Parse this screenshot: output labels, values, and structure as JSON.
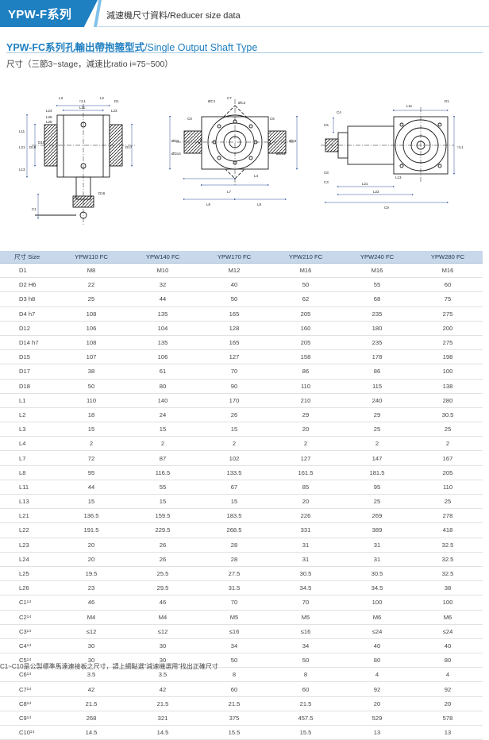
{
  "header": {
    "badge": "YPW-F系列",
    "subtitle_zh": "減速機尺寸資料",
    "subtitle_en": "/Reducer size data"
  },
  "section": {
    "title_zh": "YPW-FC系列孔輸出帶抱箍型式",
    "title_en": "/Single Output Shaft Type",
    "size_note": "尺寸（三節3~stage，減速比ratio i=75~500）"
  },
  "drawing_labels": {
    "left": [
      "□L1",
      "L11",
      "L3",
      "L2",
      "D1",
      "L24",
      "L26",
      "L25",
      "L23",
      "L21",
      "D18",
      "D15",
      "L11",
      "D17",
      "L13",
      "C1",
      "D16"
    ],
    "middle": [
      "ØC1",
      "C7",
      "ØC2",
      "C8",
      "C6",
      "ØD3",
      "ØD4",
      "ØD14",
      "ØD12",
      "L4",
      "L7",
      "L8",
      "L8"
    ],
    "right": [
      "C4",
      "C5",
      "D1",
      "L11",
      "□L1",
      "C8",
      "C3",
      "L21",
      "L22",
      "L13",
      "C9"
    ]
  },
  "table": {
    "headers": [
      "尺寸 Size",
      "YPW110 FC",
      "YPW140 FC",
      "YPW170 FC",
      "YPW210 FC",
      "YPW240 FC",
      "YPW280 FC"
    ],
    "rows": [
      [
        "D1",
        "M8",
        "M10",
        "M12",
        "M16",
        "M16",
        "M16"
      ],
      [
        "D2 H6",
        "22",
        "32",
        "40",
        "50",
        "55",
        "60"
      ],
      [
        "D3 h8",
        "25",
        "44",
        "50",
        "62",
        "68",
        "75"
      ],
      [
        "D4 h7",
        "108",
        "135",
        "165",
        "205",
        "235",
        "275"
      ],
      [
        "D12",
        "106",
        "104",
        "128",
        "160",
        "180",
        "200"
      ],
      [
        "D14 h7",
        "108",
        "135",
        "165",
        "205",
        "235",
        "275"
      ],
      [
        "D15",
        "107",
        "106",
        "127",
        "158",
        "178",
        "198"
      ],
      [
        "D17",
        "38",
        "61",
        "70",
        "86",
        "86",
        "100"
      ],
      [
        "D18",
        "50",
        "80",
        "90",
        "110",
        "115",
        "138"
      ],
      [
        "L1",
        "110",
        "140",
        "170",
        "210",
        "240",
        "280"
      ],
      [
        "L2",
        "18",
        "24",
        "26",
        "29",
        "29",
        "30.5"
      ],
      [
        "L3",
        "15",
        "15",
        "15",
        "20",
        "25",
        "25"
      ],
      [
        "L4",
        "2",
        "2",
        "2",
        "2",
        "2",
        "2"
      ],
      [
        "L7",
        "72",
        "87",
        "102",
        "127",
        "147",
        "167"
      ],
      [
        "L8",
        "95",
        "116.5",
        "133.5",
        "161.5",
        "181.5",
        "205"
      ],
      [
        "L11",
        "44",
        "55",
        "67",
        "85",
        "95",
        "110"
      ],
      [
        "L13",
        "15",
        "15",
        "15",
        "20",
        "25",
        "25"
      ],
      [
        "L21",
        "136.5",
        "159.5",
        "183.5",
        "226",
        "269",
        "278"
      ],
      [
        "L22",
        "191.5",
        "229.5",
        "268.5",
        "331",
        "389",
        "418"
      ],
      [
        "L23",
        "20",
        "26",
        "28",
        "31",
        "31",
        "32.5"
      ],
      [
        "L24",
        "20",
        "26",
        "28",
        "31",
        "31",
        "32.5"
      ],
      [
        "L25",
        "19.5",
        "25.5",
        "27.5",
        "30.5",
        "30.5",
        "32.5"
      ],
      [
        "L26",
        "23",
        "29.5",
        "31.5",
        "34.5",
        "34.5",
        "38"
      ],
      [
        "C1¹⁴",
        "46",
        "46",
        "70",
        "70",
        "100",
        "100"
      ],
      [
        "C2¹⁴",
        "M4",
        "M4",
        "M5",
        "M5",
        "M6",
        "M6"
      ],
      [
        "C3¹⁴",
        "≤12",
        "≤12",
        "≤16",
        "≤16",
        "≤24",
        "≤24"
      ],
      [
        "C4¹⁴",
        "30",
        "30",
        "34",
        "34",
        "40",
        "40"
      ],
      [
        "C5¹⁴",
        "30",
        "30",
        "50",
        "50",
        "80",
        "80"
      ],
      [
        "C6¹⁴",
        "3.5",
        "3.5",
        "8",
        "8",
        "4",
        "4"
      ],
      [
        "C7¹⁴",
        "42",
        "42",
        "60",
        "60",
        "92",
        "92"
      ],
      [
        "C8¹⁴",
        "21.5",
        "21.5",
        "21.5",
        "21.5",
        "20",
        "20"
      ],
      [
        "C9¹⁴",
        "268",
        "321",
        "375",
        "457.5",
        "529",
        "578"
      ],
      [
        "C10¹⁴",
        "14.5",
        "14.5",
        "15.5",
        "15.5",
        "13",
        "13"
      ]
    ]
  },
  "footnote": "C1~C10是公製標準馬達連接板之尺寸，請上網點選“減速機選用”找出正確尺寸",
  "colors": {
    "accent": "#1e7fc1",
    "table_header_bg": "#c8d8ea",
    "drawing_line": "#1a1a1a",
    "dim_line": "#2a4f9a"
  }
}
